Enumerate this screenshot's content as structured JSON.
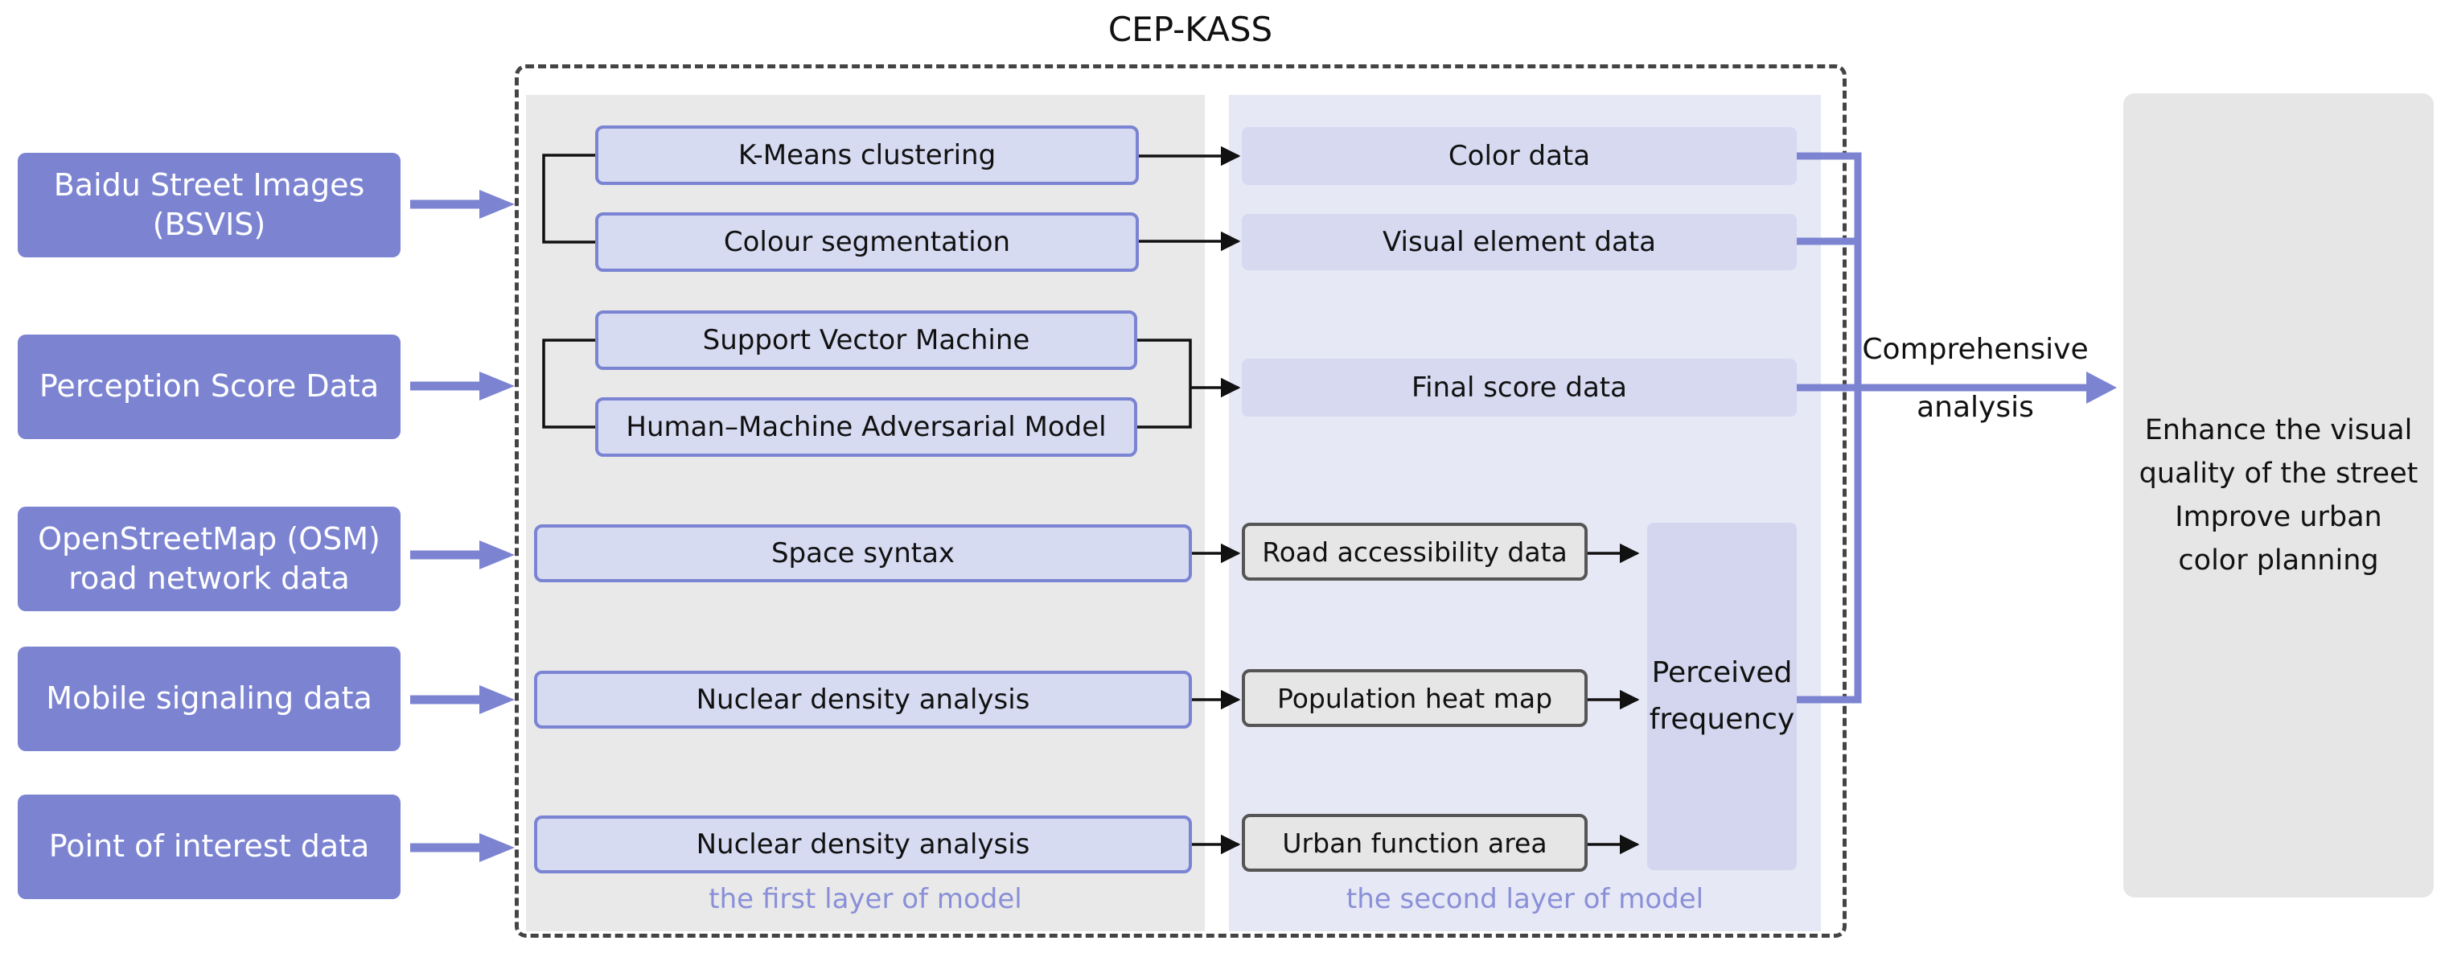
{
  "title": "CEP-KASS",
  "sources": [
    {
      "line1": "Baidu Street Images",
      "line2": "(BSVIS)"
    },
    {
      "line1": "Perception Score Data",
      "line2": ""
    },
    {
      "line1": "OpenStreetMap (OSM)",
      "line2": "road network data"
    },
    {
      "line1": "Mobile signaling data",
      "line2": ""
    },
    {
      "line1": "Point of interest data",
      "line2": ""
    }
  ],
  "layer1": {
    "label": "the first layer of model",
    "methods": [
      "K-Means clustering",
      "Colour segmentation",
      "Support Vector Machine",
      "Human–Machine Adversarial Model",
      "Space syntax",
      "Nuclear density analysis",
      "Nuclear density analysis"
    ]
  },
  "layer2": {
    "label": "the second layer of model",
    "outputs": [
      "Color data",
      "Visual element data",
      "Final score data",
      "Road accessibility data",
      "Population heat map",
      "Urban function area"
    ],
    "perceived_line1": "Perceived",
    "perceived_line2": "frequency"
  },
  "comprehensive_line1": "Comprehensive",
  "comprehensive_line2": "analysis",
  "result": {
    "line1": "Enhance the visual",
    "line2": "quality of the street",
    "line3": "Improve urban",
    "line4": "color planning"
  },
  "colors": {
    "accent": "#7c84d2",
    "method_fill": "#d7dbf2",
    "panel1": "#e9e9e9",
    "panel2": "#e6e8f5"
  }
}
